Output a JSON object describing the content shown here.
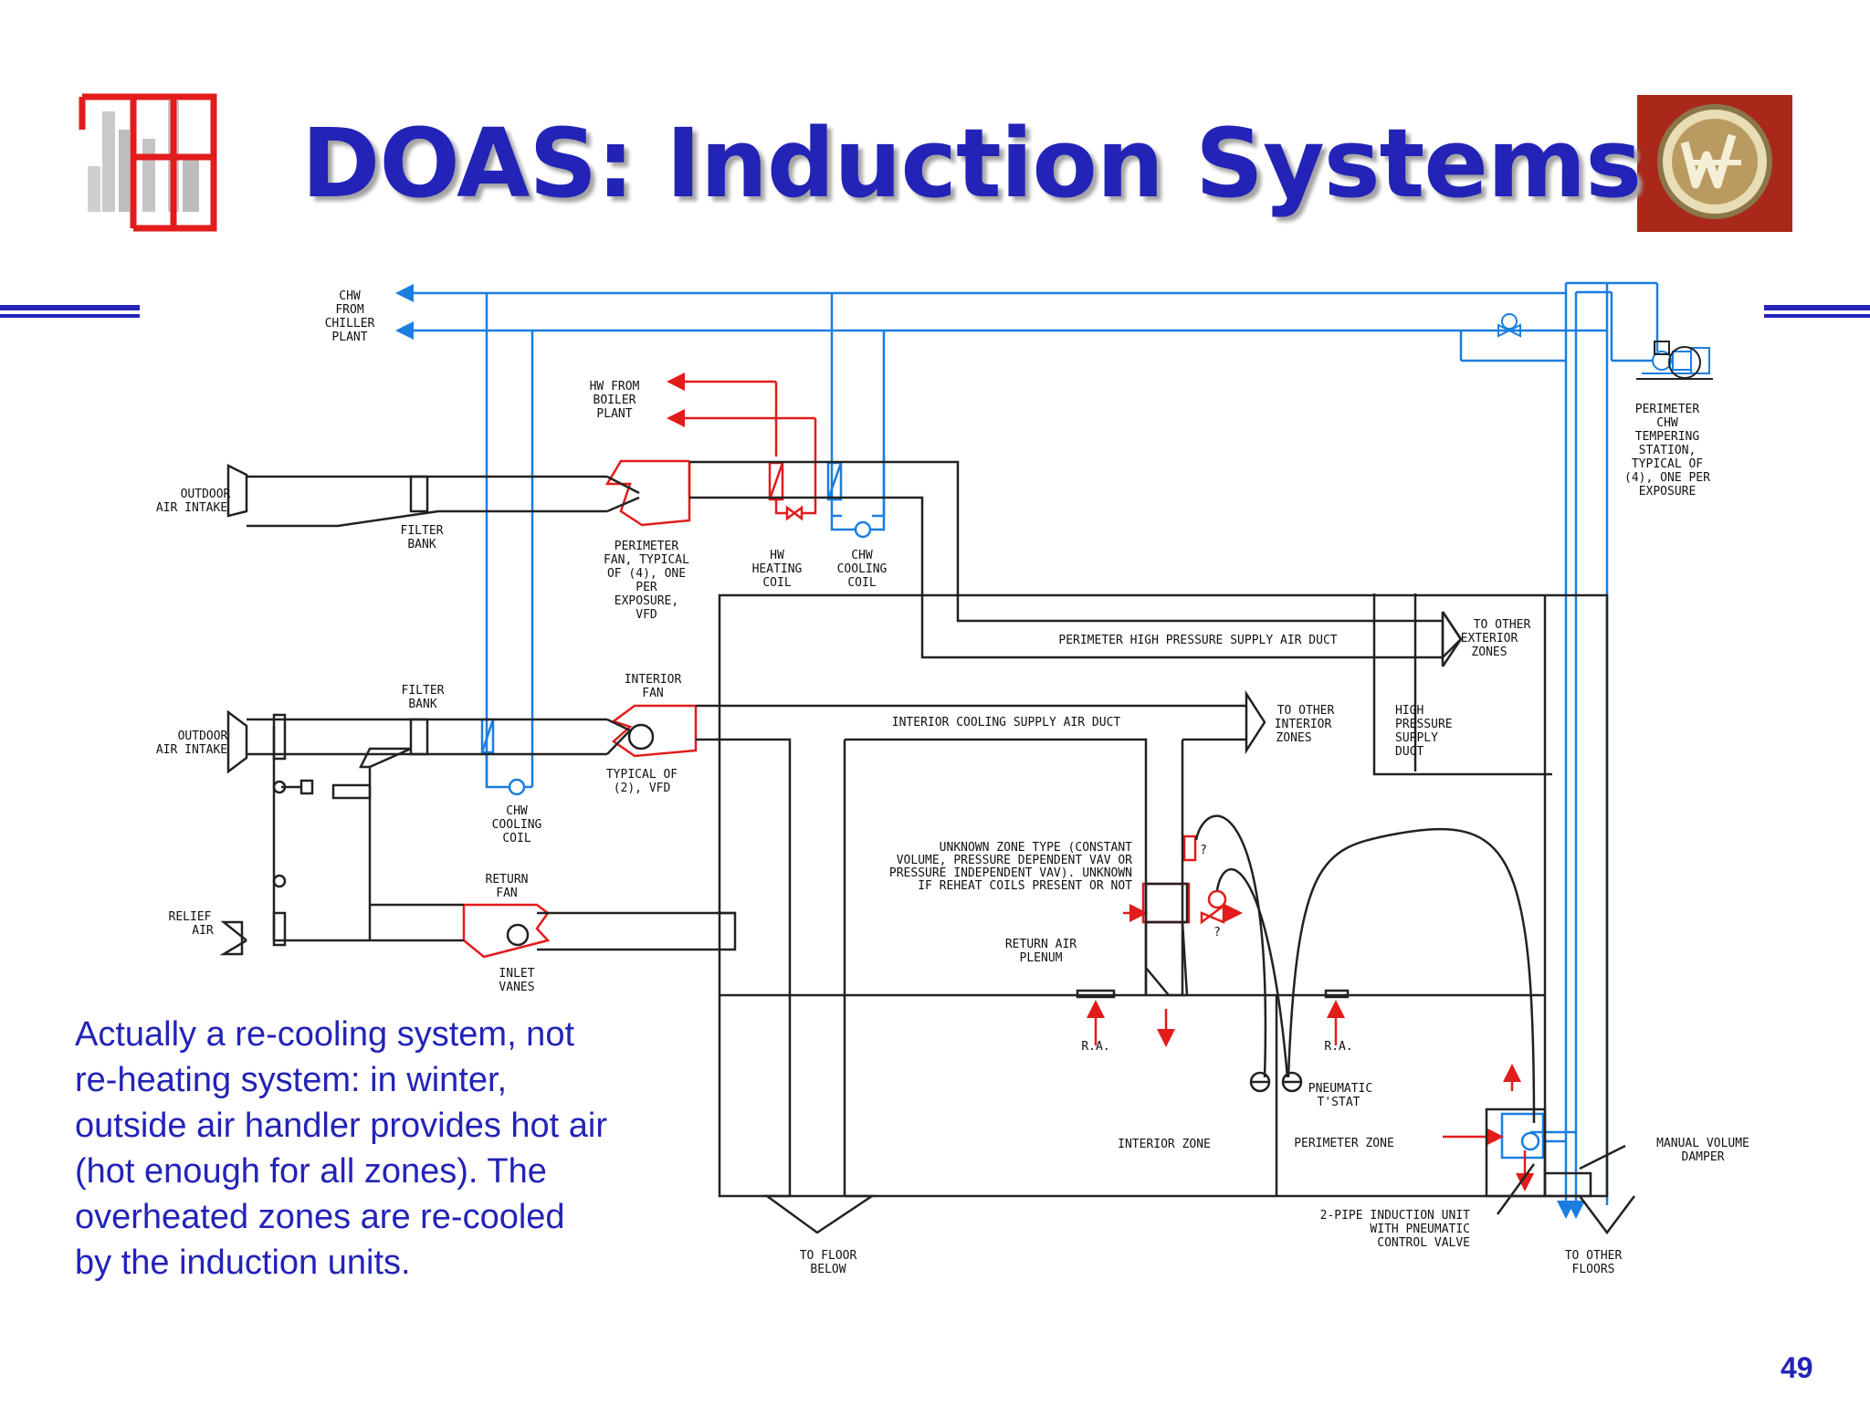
{
  "title": "DOAS: Induction Systems",
  "page_number": "49",
  "colors": {
    "title": "#2323b8",
    "chw": "#1a7ee0",
    "hw": "#e21b1b",
    "logo_red": "#e21b1b",
    "logo_badge": "#a9281a"
  },
  "logos": {
    "left": "building-logo",
    "right": "w-emblem-logo"
  },
  "caption": [
    "Actually a re-cooling system, not",
    "re-heating system: in winter,",
    "outside air handler provides hot air",
    "(hot enough for all zones). The",
    "overheated zones are re-cooled",
    "by the induction units."
  ],
  "labels": {
    "chw_from": [
      "CHW",
      "FROM",
      "CHILLER",
      "PLANT"
    ],
    "hw_from": [
      "HW FROM",
      "BOILER",
      "PLANT"
    ],
    "outdoor_intake_1": [
      "OUTDOOR",
      "AIR INTAKE"
    ],
    "filter_bank_1": [
      "FILTER",
      "BANK"
    ],
    "perimeter_fan": [
      "PERIMETER",
      "FAN, TYPICAL",
      "OF (4), ONE",
      "PER",
      "EXPOSURE,",
      "VFD"
    ],
    "hw_coil": [
      "HW",
      "HEATING",
      "COIL"
    ],
    "chw_coil_1": [
      "CHW",
      "COOLING",
      "COIL"
    ],
    "tempering": [
      "PERIMETER",
      "CHW",
      "TEMPERING",
      "STATION,",
      "TYPICAL OF",
      "(4), ONE PER",
      "EXPOSURE"
    ],
    "perimeter_duct": "PERIMETER HIGH PRESSURE SUPPLY AIR DUCT",
    "to_exterior": [
      "TO OTHER",
      "EXTERIOR",
      "ZONES"
    ],
    "interior_fan": [
      "INTERIOR",
      "FAN"
    ],
    "filter_bank_2": [
      "FILTER",
      "BANK"
    ],
    "outdoor_intake_2": [
      "OUTDOOR",
      "AIR INTAKE"
    ],
    "interior_duct": "INTERIOR COOLING SUPPLY AIR DUCT",
    "to_interior": [
      "TO OTHER",
      "INTERIOR",
      "ZONES"
    ],
    "hp_duct": [
      "HIGH",
      "PRESSURE",
      "SUPPLY",
      "DUCT"
    ],
    "typical_2": [
      "TYPICAL OF",
      "(2), VFD"
    ],
    "chw_coil_2": [
      "CHW",
      "COOLING",
      "COIL"
    ],
    "unknown_zone": [
      "UNKNOWN ZONE TYPE (CONSTANT",
      "VOLUME, PRESSURE DEPENDENT VAV OR",
      "PRESSURE INDEPENDENT VAV). UNKNOWN",
      "IF REHEAT COILS PRESENT OR NOT"
    ],
    "return_fan": [
      "RETURN",
      "FAN"
    ],
    "relief_air": [
      "RELIEF",
      "AIR"
    ],
    "return_plenum": [
      "RETURN AIR",
      "PLENUM"
    ],
    "inlet_vanes": [
      "INLET",
      "VANES"
    ],
    "ra": "R.A.",
    "pneumatic_tstat": [
      "PNEUMATIC",
      "T'STAT"
    ],
    "interior_zone": "INTERIOR ZONE",
    "perimeter_zone": "PERIMETER ZONE",
    "manual_damper": [
      "MANUAL VOLUME",
      "DAMPER"
    ],
    "induction_unit": [
      "2-PIPE INDUCTION UNIT",
      "WITH PNEUMATIC",
      "CONTROL VALVE"
    ],
    "to_floor_below": [
      "TO FLOOR",
      "BELOW"
    ],
    "to_other_floors": [
      "TO OTHER",
      "FLOORS"
    ],
    "question": "?"
  }
}
